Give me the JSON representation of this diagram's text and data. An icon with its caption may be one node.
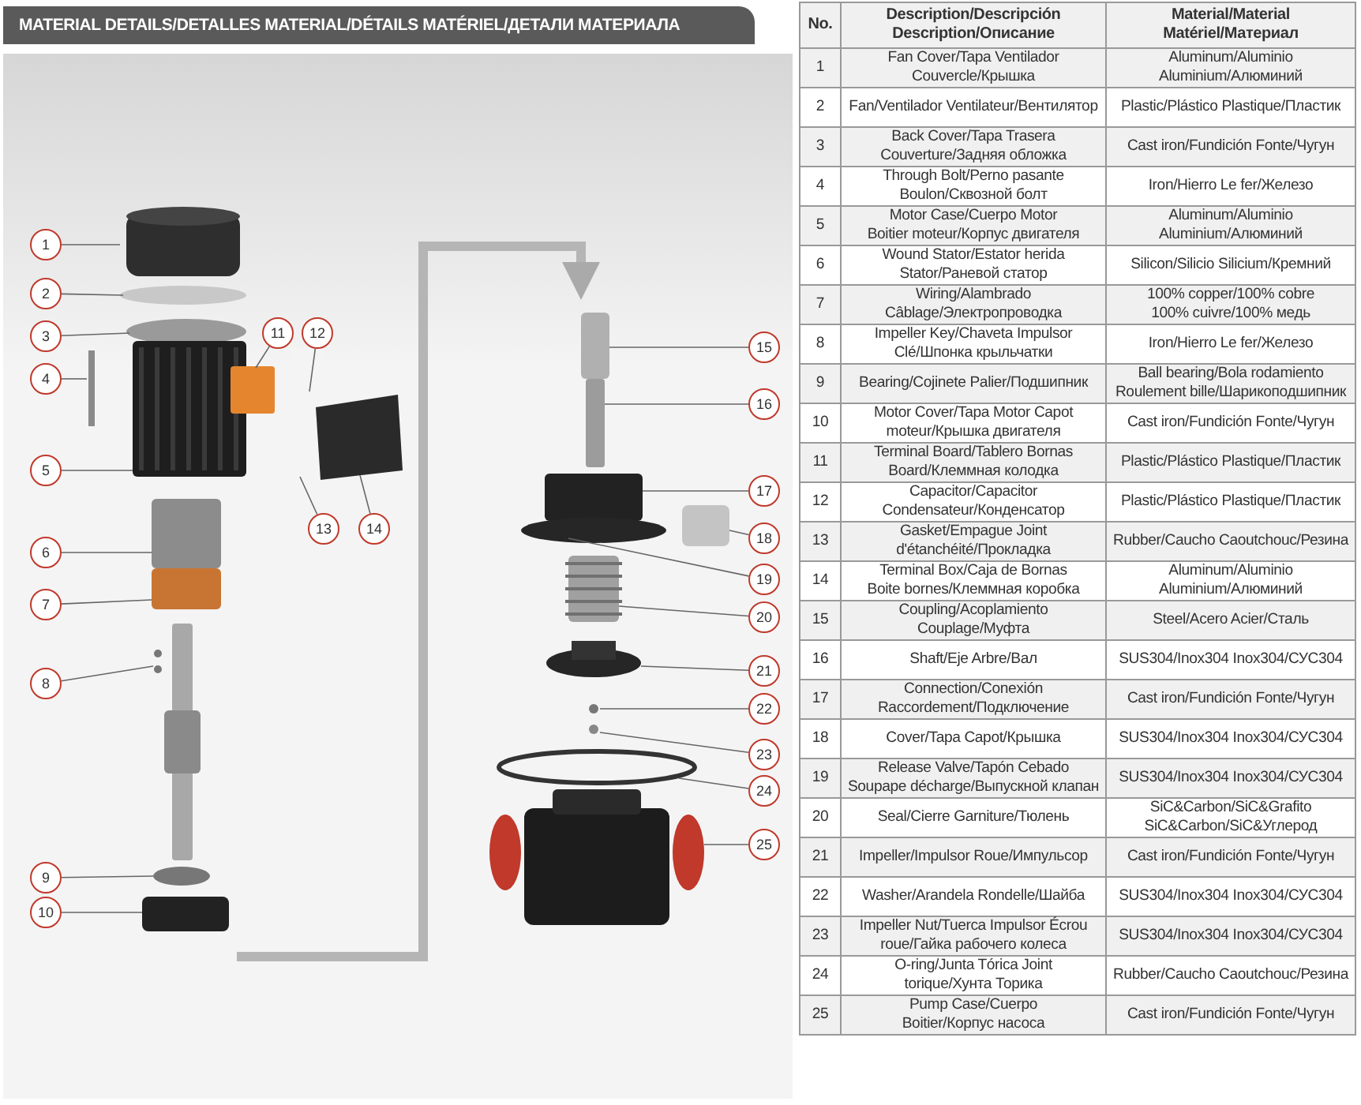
{
  "diagram": {
    "title": "MATERIAL DETAILS/DETALLES MATERIAL/DÉTAILS MATÉRIEL/ДЕТАЛИ МАТЕРИАЛА",
    "nodes": [
      {
        "text": [
          "1"
        ]
      },
      {
        "text": [
          "2"
        ]
      },
      {
        "text": [
          "3"
        ]
      },
      {
        "text": [
          "4"
        ]
      },
      {
        "text": [
          "5"
        ]
      },
      {
        "text": [
          "6"
        ]
      },
      {
        "text": [
          "7"
        ]
      },
      {
        "text": [
          "8"
        ]
      },
      {
        "text": [
          "9"
        ]
      },
      {
        "text": [
          "10"
        ]
      },
      {
        "text": [
          "11"
        ]
      },
      {
        "text": [
          "12"
        ]
      },
      {
        "text": [
          "13"
        ]
      },
      {
        "text": [
          "14"
        ]
      },
      {
        "text": [
          "15"
        ]
      },
      {
        "text": [
          "16"
        ]
      },
      {
        "text": [
          "17"
        ]
      },
      {
        "text": [
          "18"
        ]
      },
      {
        "text": [
          "19"
        ]
      },
      {
        "text": [
          "20"
        ]
      },
      {
        "text": [
          "21"
        ]
      },
      {
        "text": [
          "22"
        ]
      },
      {
        "text": [
          "23"
        ]
      },
      {
        "text": [
          "24"
        ]
      },
      {
        "text": [
          "25"
        ]
      }
    ],
    "edges": [
      {
        "from": 0,
        "to": null,
        "arrow": "none"
      },
      {
        "from": 1,
        "to": null,
        "arrow": "none"
      },
      {
        "from": 2,
        "to": null,
        "arrow": "none"
      },
      {
        "from": 3,
        "to": null,
        "arrow": "none"
      },
      {
        "from": 4,
        "to": null,
        "arrow": "none"
      },
      {
        "from": 5,
        "to": null,
        "arrow": "none"
      },
      {
        "from": 6,
        "to": null,
        "arrow": "none"
      },
      {
        "from": 7,
        "to": null,
        "arrow": "none"
      },
      {
        "from": 8,
        "to": null,
        "arrow": "none"
      },
      {
        "from": 9,
        "to": null,
        "arrow": "none"
      },
      {
        "from": 10,
        "to": null,
        "arrow": "none"
      },
      {
        "from": 11,
        "to": null,
        "arrow": "none"
      },
      {
        "from": 12,
        "to": null,
        "arrow": "none"
      },
      {
        "from": 13,
        "to": null,
        "arrow": "none"
      },
      {
        "from": 14,
        "to": null,
        "arrow": "none"
      },
      {
        "from": 15,
        "to": null,
        "arrow": "none"
      },
      {
        "from": 16,
        "to": null,
        "arrow": "none"
      },
      {
        "from": 17,
        "to": null,
        "arrow": "none"
      },
      {
        "from": 18,
        "to": null,
        "arrow": "none"
      },
      {
        "from": 19,
        "to": null,
        "arrow": "none"
      },
      {
        "from": 20,
        "to": null,
        "arrow": "none"
      },
      {
        "from": 21,
        "to": null,
        "arrow": "none"
      },
      {
        "from": 22,
        "to": null,
        "arrow": "none"
      },
      {
        "from": 23,
        "to": null,
        "arrow": "none"
      },
      {
        "from": 24,
        "to": null,
        "arrow": "none"
      }
    ],
    "labels": [
      "No.",
      "Description/Descripción Description/Описание",
      "Material/Material Matériel/Материал",
      "1",
      "Fan Cover/Tapa Ventilador Couvercle/Крышка",
      "Aluminum/Aluminio Aluminium/Алюминий",
      "2",
      "Fan/Ventilador Ventilateur/Вентилятор",
      "Plastic/Plástico Plastique/Пластик",
      "3",
      "Back Cover/Tapa Trasera Couverture/Задняя обложка",
      "Cast iron/Fundición Fonte/Чугун",
      "4",
      "Through Bolt/Perno pasante Boulon/Сквозной болт",
      "Iron/Hierro Le fer/Железо",
      "5",
      "Motor Case/Cuerpo Motor Boitier moteur/Корпус двигателя",
      "Aluminum/Aluminio Aluminium/Алюминий",
      "6",
      "Wound Stator/Estator herida Stator/Раневой статор",
      "Silicon/Silicio Silicium/Кремний",
      "7",
      "Wiring/Alambrado Câblage/Электропроводка",
      "100% copper/100% cobre 100% cuivre/100% медь",
      "8",
      "Impeller Key/Chaveta Impulsor Clé/Шпонка крыльчатки",
      "Iron/Hierro Le fer/Железо",
      "9",
      "Bearing/Cojinete Palier/Подшипник",
      "Ball bearing/Bola rodamiento Roulement bille/Шарикоподшипник",
      "10",
      "Motor Cover/Tapa Motor Capot moteur/Крышка двигателя",
      "Cast iron/Fundición Fonte/Чугун",
      "11",
      "Terminal Board/Tablero Bornas Board/Клеммная колодка",
      "Plastic/Plástico Plastique/Пластик",
      "12",
      "Capacitor/Capacitor Condensateur/Конденсатор",
      "Plastic/Plástico Plastique/Пластик",
      "13",
      "Gasket/Empague Joint d'étanchéité/Прокладка",
      "Rubber/Caucho Caoutchouc/Резина",
      "14",
      "Terminal Box/Caja de Bornas Boite bornes/Клеммная коробка",
      "Aluminum/Aluminio Aluminium/Алюминий",
      "15",
      "Coupling/Acoplamiento Couplage/Муфта",
      "Steel/Acero Acier/Сталь",
      "16",
      "Shaft/Eje Arbre/Вал",
      "SUS304/Inox304 Inox304/СУС304",
      "17",
      "Connection/Conexión Raccordement/Подключение",
      "Cast iron/Fundición Fonte/Чугун",
      "18",
      "Cover/Tapa Capot/Крышка",
      "SUS304/Inox304 Inox304/СУС304",
      "19",
      "Release Valve/Tapón Cebado Soupape décharge/Выпускной клапан",
      "SUS304/Inox304 Inox304/СУС304",
      "20",
      "Seal/Cierre Garniture/Тюлень",
      "SiC&Carbon/SiC&Grafito SiC&Carbon/SiC&Углерод",
      "21",
      "Impeller/Impulsor Roue/Импульсор",
      "Cast iron/Fundición Fonte/Чугун",
      "22",
      "Washer/Arandela Rondelle/Шайба",
      "SUS304/Inox304 Inox304/СУС304",
      "23",
      "Impeller Nut/Tuerca Impulsor Écrou roue/Гайка рабочего колеса",
      "SUS304/Inox304 Inox304/СУС304",
      "24",
      "O-ring/Junta Tórica Joint torique/Хунта Торика",
      "Rubber/Caucho Caoutchouc/Резина",
      "25",
      "Pump Case/Cuerpo Boitier/Корпус насоса",
      "Cast iron/Fundición Fonte/Чугун"
    ]
  }
}
